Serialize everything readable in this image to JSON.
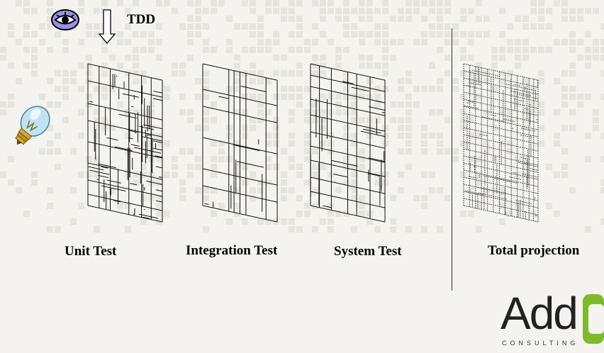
{
  "header": {
    "tdd_label": "TDD"
  },
  "panels": [
    {
      "label": "Unit Test"
    },
    {
      "label": "Integration Test"
    },
    {
      "label": "System Test"
    },
    {
      "label": "Total projection"
    }
  ],
  "logo": {
    "brand": "Add",
    "sub": "CONSULTING"
  },
  "icons": [
    "eye-icon",
    "down-arrow-icon",
    "lightbulb-icon"
  ]
}
